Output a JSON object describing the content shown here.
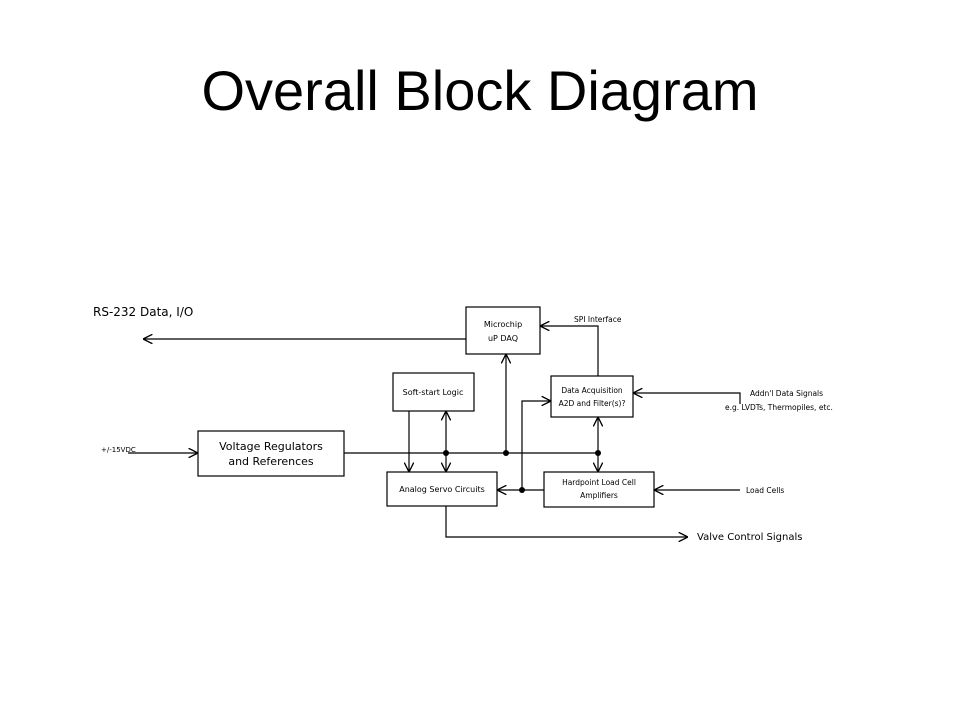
{
  "slide": {
    "title": "Overall Block Diagram"
  },
  "diagram": {
    "blocks": {
      "microchip": [
        "Microchip",
        "uP DAQ"
      ],
      "soft_start": "Soft-start Logic",
      "data_acquisition": [
        "Data Acquisition",
        "A2D and Filter(s)?"
      ],
      "voltage_regulators": [
        "Voltage Regulators",
        "and References"
      ],
      "analog_servo": "Analog Servo Circuits",
      "load_cell": [
        "Hardpoint Load Cell",
        "Amplifiers"
      ]
    },
    "labels": {
      "rs232": "RS-232 Data, I/O",
      "spi": "SPI Interface",
      "addl_signals": [
        "Addn'l Data Signals",
        "e.g. LVDTs, Thermopiles, etc."
      ],
      "power_in": "+/-15VDC",
      "load_cells": "Load Cells",
      "valve_control": "Valve Control Signals"
    }
  }
}
